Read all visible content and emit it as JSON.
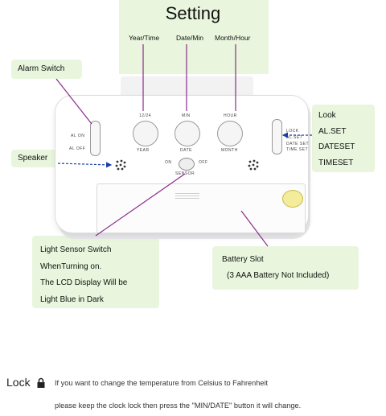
{
  "header": {
    "title": "Setting",
    "columns": [
      "Year/Time",
      "Date/Min",
      "Month/Hour"
    ]
  },
  "callouts": {
    "alarm_switch": "Alarm Switch",
    "speaker": "Speaker",
    "look": [
      "Look",
      "AL.SET",
      "DATESET",
      "TIMESET"
    ],
    "light_sensor": [
      "Light Sensor Switch",
      "WhenTurning on.",
      "The LCD Display Will be",
      "Light Blue in Dark"
    ],
    "battery": [
      "Battery Slot",
      "(3 AAA Battery  Not Included)"
    ]
  },
  "clock": {
    "button_labels_top": [
      "12/24",
      "MIN",
      "HOUR"
    ],
    "button_labels_bottom": [
      "YEAR",
      "DATE",
      "MONTH"
    ],
    "left_switch": [
      "AL ON",
      "AL OFF"
    ],
    "right_switch": [
      "LOCK",
      "AL.SET",
      "DATE SET",
      "TIME SET"
    ],
    "sensor": {
      "on": "ON",
      "off": "OFF",
      "label": "SENSOR"
    }
  },
  "footer": {
    "lock_label": "Lock",
    "lock_icon": "padlock-icon",
    "line1": "If you want to change the temperature from Celsius to Fahrenheit",
    "line2": "please keep the clock lock then press the \"MIN/DATE\" button it will change."
  },
  "colors": {
    "callout_bg": "#e9f6dd",
    "leader_line": "#8a2c8a",
    "arrow_blue": "#1a3ea8"
  }
}
